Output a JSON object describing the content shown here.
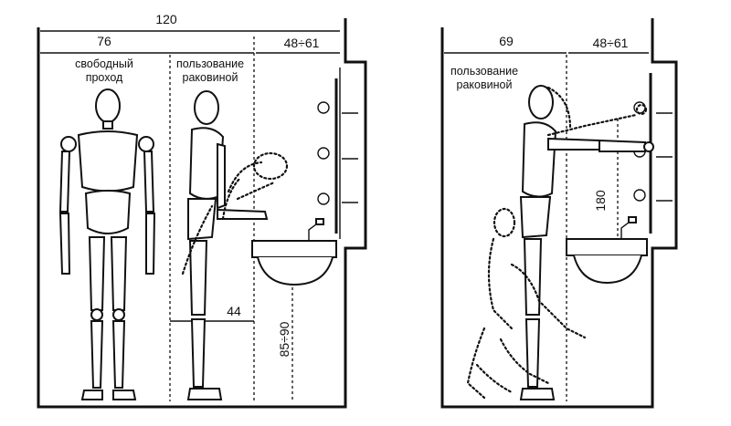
{
  "left_panel": {
    "dim_total": "120",
    "dim_free": "76",
    "dim_sink_zone": "48÷61",
    "dim_reach": "44",
    "dim_sink_height": "85÷90",
    "label_free_line1": "свободный",
    "label_free_line2": "проход",
    "label_use_line1": "пользование",
    "label_use_line2": "раковиной"
  },
  "right_panel": {
    "dim_width": "69",
    "dim_sink_zone": "48÷61",
    "dim_height": "180",
    "label_use_line1": "пользование",
    "label_use_line2": "раковиной"
  }
}
